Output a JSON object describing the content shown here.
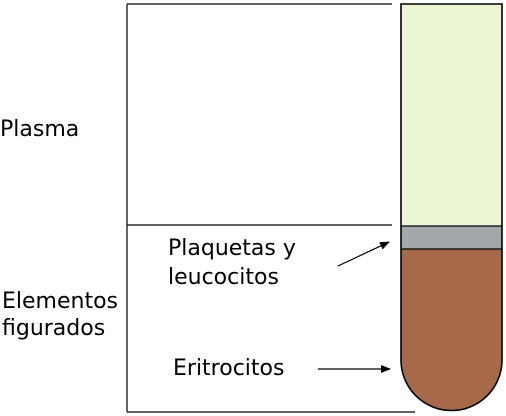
{
  "labels": {
    "plasma": "Plasma",
    "formed_elements_line1": "Elementos",
    "formed_elements_line2": "figurados",
    "platelets_line1": "Plaquetas y",
    "platelets_line2": "leucocitos",
    "erythrocytes": "Eritrocitos"
  },
  "colors": {
    "plasma_layer": "#eaf7d2",
    "buffy_coat": "#a4a8ab",
    "erythrocyte_layer": "#a66a4a",
    "outline": "#000000"
  },
  "icons": [
    "arrow-icon",
    "arrow-icon"
  ]
}
